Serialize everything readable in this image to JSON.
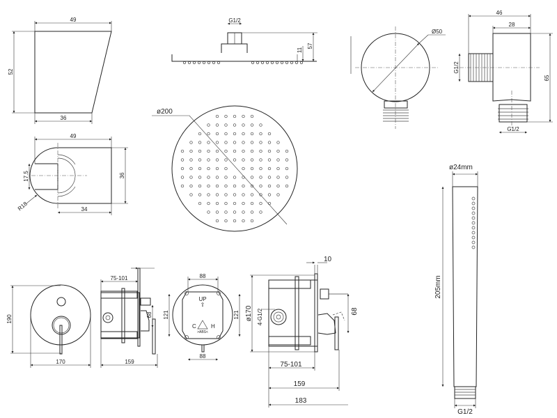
{
  "wall_holder_front": {
    "width_top": "49",
    "height": "52",
    "width_bottom": "36"
  },
  "wall_holder_top": {
    "width": "49",
    "pipe": "17.5",
    "depth": "36",
    "radius": "R18",
    "offset": "34"
  },
  "rain_head_side": {
    "thread": "G1/2",
    "height": "57",
    "plate": "11"
  },
  "rain_head_front": {
    "diameter": "ø200"
  },
  "wall_outlet_front": {
    "diameter": "Ø50"
  },
  "wall_outlet_side": {
    "width": "46",
    "body": "28",
    "thread_side": "G1/2",
    "height": "65",
    "thread_bottom": "G1/2"
  },
  "hand_shower": {
    "diameter": "ø24mm",
    "length": "205mm",
    "thread": "G1/2"
  },
  "valve_front": {
    "height": "190",
    "width": "170"
  },
  "valve_side_small": {
    "depth_range": "75-101",
    "lever": "68",
    "total": "159"
  },
  "box_front": {
    "top": "88",
    "left": "121",
    "right": "121",
    "bottom": "88",
    "up": "UP",
    "cold": "C",
    "hot": "H",
    "material": ">ABS<"
  },
  "valve_side_large": {
    "plate": "10",
    "diameter": "ø170",
    "ports": "4-G1/2",
    "lever": "68",
    "depth_range": "75-101",
    "depth": "159",
    "total": "183"
  }
}
